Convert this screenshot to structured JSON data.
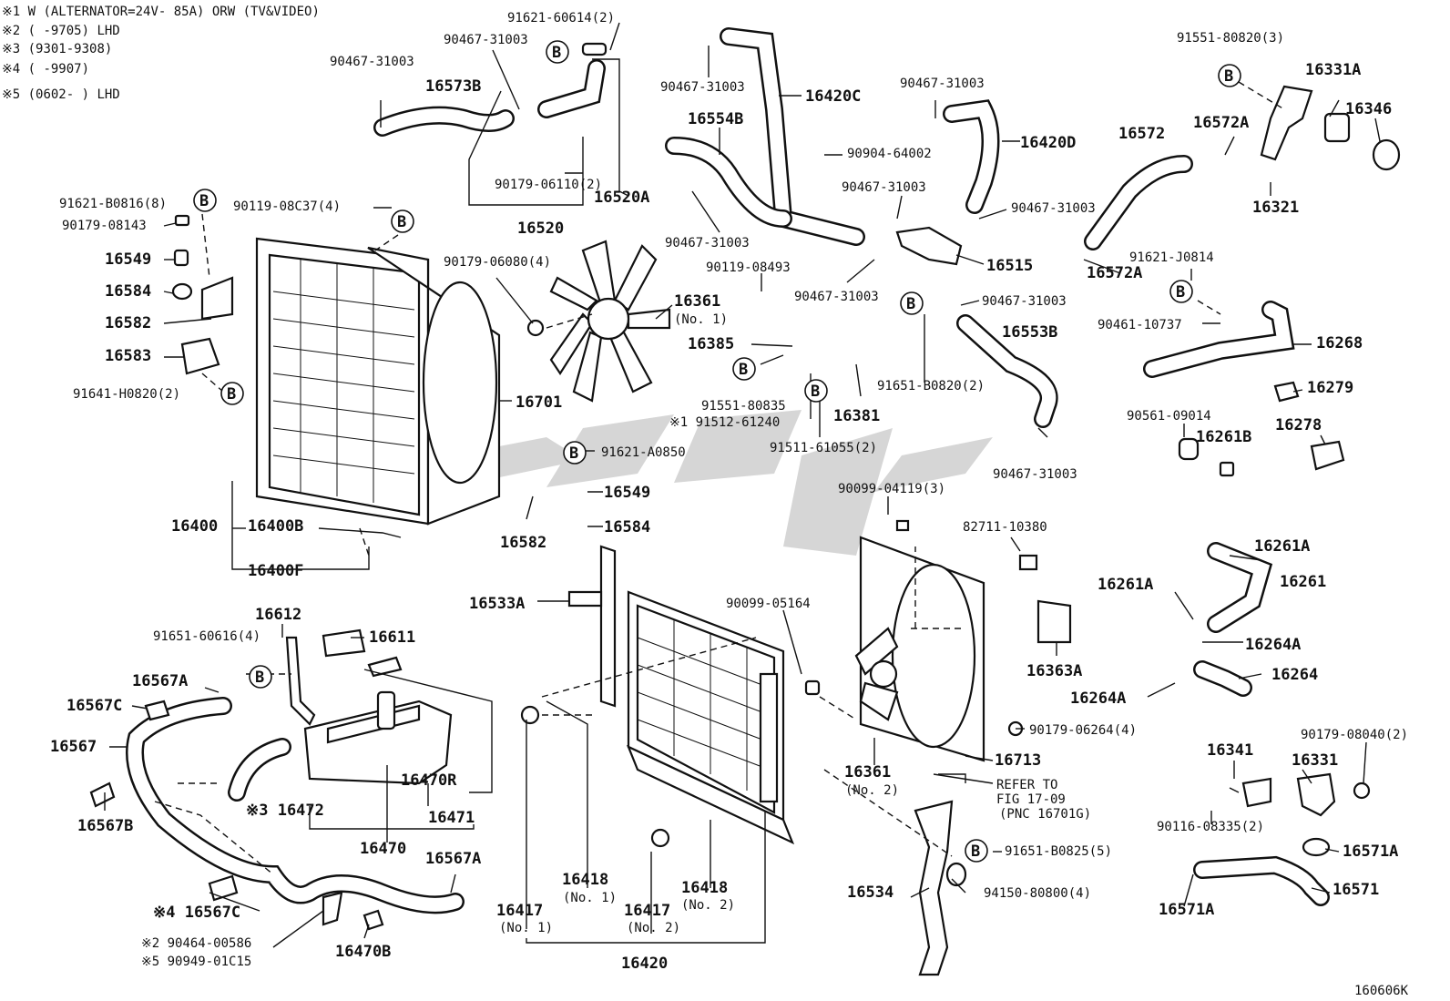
{
  "notes": [
    "※1 W (ALTERNATOR=24V- 85A) ORW (TV&VIDEO)",
    "※2 (     -9705) LHD",
    "※3 (9301-9308)",
    "※4 (       -9907)",
    "※5 (0602-      ) LHD"
  ],
  "ref_marker": "B",
  "diagram_code": "160606K",
  "refer_note": [
    "REFER TO",
    "FIG 17-09",
    "(PNC 16701G)"
  ],
  "labels": {
    "p91621_60614": "91621-60614(2)",
    "p90467_31003_a": "90467-31003",
    "p90467_31003_b": "90467-31003",
    "p16573B": "16573B",
    "p90179_06110": "90179-06110(2)",
    "p16520A": "16520A",
    "p16520": "16520",
    "p90467_31003_c": "90467-31003",
    "p16420C": "16420C",
    "p16554B": "16554B",
    "p90467_31003_d": "90467-31003",
    "p90467_31003_e": "90467-31003",
    "p16420D": "16420D",
    "p90904_64002": "90904-64002",
    "p90467_31003_f": "90467-31003",
    "p90467_31003_g": "90467-31003",
    "p16515": "16515",
    "p90467_31003_h": "90467-31003",
    "p90467_31003_i": "90467-31003",
    "p16553B": "16553B",
    "p91651_B0820": "91651-B0820(2)",
    "p90467_31003_j": "90467-31003",
    "p91551_80820": "91551-80820(3)",
    "p16331A": "16331A",
    "p16346": "16346",
    "p16572": "16572",
    "p16572A_a": "16572A",
    "p16321": "16321",
    "p16572A_b": "16572A",
    "p91621_J0814": "91621-J0814",
    "p90461_10737": "90461-10737",
    "p16268": "16268",
    "p16279": "16279",
    "p90561_09014": "90561-09014",
    "p16261B": "16261B",
    "p16278": "16278",
    "p91621_B0816": "91621-B0816(8)",
    "p90179_08143": "90179-08143",
    "p16549_a": "16549",
    "p16584_a": "16584",
    "p16582_a": "16582",
    "p16583": "16583",
    "p91641_H0820": "91641-H0820(2)",
    "p90119_08C37": "90119-08C37(4)",
    "p90179_06080": "90179-06080(4)",
    "p16361_1": "16361",
    "p16361_1_sub": "(No. 1)",
    "p90119_08493": "90119-08493",
    "p16385": "16385",
    "p91551_80835": "91551-80835",
    "p91512_61240": "※1 91512-61240",
    "p91511_61055": "91511-61055(2)",
    "p16381": "16381",
    "p16701": "16701",
    "p16400": "16400",
    "p16400B": "16400B",
    "p16400F": "16400F",
    "p91621_A0850": "91621-A0850",
    "p16549_b": "16549",
    "p16584_b": "16584",
    "p16582_b": "16582",
    "p90099_04119": "90099-04119(3)",
    "p82711_10380": "82711-10380",
    "p16533A": "16533A",
    "p90099_05164": "90099-05164",
    "p16363A": "16363A",
    "p90179_06264": "90179-06264(4)",
    "p16713": "16713",
    "p16361_2": "16361",
    "p16361_2_sub": "(No. 2)",
    "p16261A_a": "16261A",
    "p16261A_b": "16261A",
    "p16261": "16261",
    "p16264A_a": "16264A",
    "p16264A_b": "16264A",
    "p16264": "16264",
    "p90179_08040": "90179-08040(2)",
    "p16341": "16341",
    "p16331": "16331",
    "p90116_08335": "90116-08335(2)",
    "p16571A_a": "16571A",
    "p16571": "16571",
    "p16571A_b": "16571A",
    "p91651_B0825": "91651-B0825(5)",
    "p94150_80800": "94150-80800(4)",
    "p16534": "16534",
    "p16612": "16612",
    "p16611": "16611",
    "p91651_60616": "91651-60616(4)",
    "p16567A_a": "16567A",
    "p16567C_a": "16567C",
    "p16567": "16567",
    "p16567B": "16567B",
    "p16470R": "16470R",
    "p16472": "※3 16472",
    "p16471": "16471",
    "p16470": "16470",
    "p16567A_b": "16567A",
    "p16567C_b": "※4 16567C",
    "p90464_00586": "※2 90464-00586",
    "p90949_01C15": "※5 90949-01C15",
    "p16470B": "16470B",
    "p16418_1": "16418",
    "p16418_1_sub": "(No. 1)",
    "p16418_2": "16418",
    "p16418_2_sub": "(No. 2)",
    "p16417_1": "16417",
    "p16417_1_sub": "(No. 1)",
    "p16417_2": "16417",
    "p16417_2_sub": "(No. 2)",
    "p16420": "16420"
  }
}
